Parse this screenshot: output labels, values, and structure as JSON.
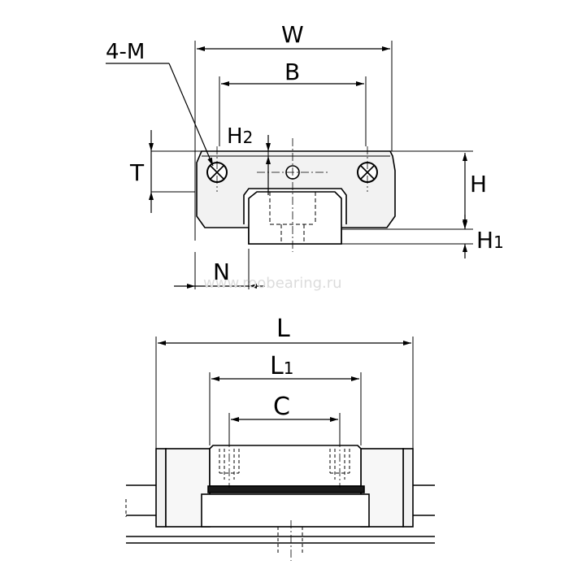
{
  "labels": {
    "mount_holes": "4-M",
    "width": "W",
    "hole_spacing": "B",
    "height_h2": "H",
    "height_h2_sub": "2",
    "thickness": "T",
    "height": "H",
    "height_h1": "H",
    "height_h1_sub": "1",
    "offset": "N",
    "length": "L",
    "length_l1": "L",
    "length_l1_sub": "1",
    "hole_pitch": "C"
  },
  "watermark": "www.roobearing.ru",
  "colors": {
    "line": "#000000",
    "fill": "#f2f2f2",
    "dark": "#1a1a1a",
    "watermark": "#dcdcdc"
  }
}
